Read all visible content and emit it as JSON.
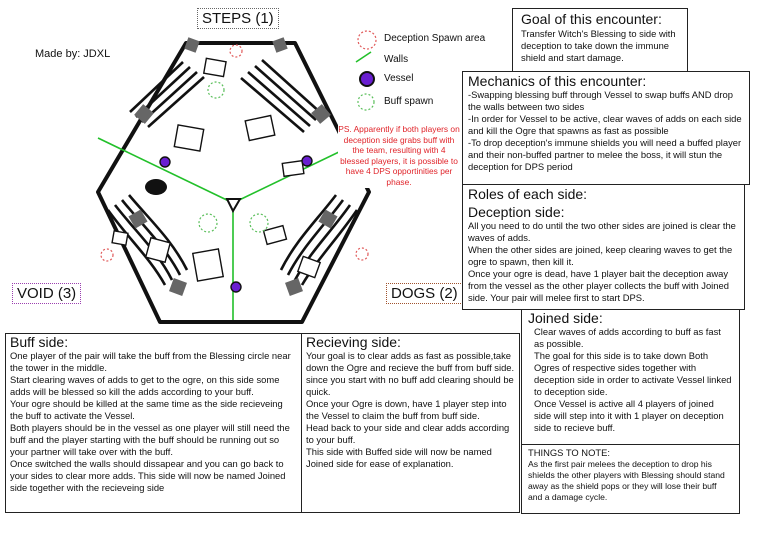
{
  "steps_label": "STEPS (1)",
  "void_label": "VOID (3)",
  "dogs_label": "DOGS (2)",
  "author": "Made by: JDXL",
  "legend": {
    "deception_spawn": "Deception Spawn area",
    "walls": "Walls",
    "vessel": "Vessel",
    "buff_spawn": "Buff spawn"
  },
  "ps_note": "PS. Apparently if both players on deception side grabs buff with the team, resulting with 4 blessed players, it is possible to have 4 DPS opportinities per phase.",
  "goal": {
    "title": "Goal of this encounter:",
    "body": "Transfer Witch's Blessing to side with deception to take down the immune shield and start damage."
  },
  "mechanics": {
    "title": "Mechanics of this encounter:",
    "lines": [
      "-Swapping blessing buff through Vessel to swap buffs AND drop the walls between two sides",
      "-In order for Vessel to be active, clear waves of adds on each side and kill the Ogre that spawns as fast as possible",
      "-To drop deception's immune shields you will need a buffed player and their non-buffed partner to melee the boss, it will stun the deception for DPS period"
    ]
  },
  "roles": {
    "title": "Roles of each side:",
    "subtitle": "Deception side:",
    "lines": [
      "All you need to do until the two other sides are joined is clear the waves of adds.",
      "When the other sides are joined, keep clearing waves to get the ogre to spawn, then kill it.",
      "Once your ogre is dead, have 1 player bait the deception away from the vessel as the other player collects the buff with Joined side. Your pair will melee first to start DPS."
    ]
  },
  "joined": {
    "title": "Joined side:",
    "lines": [
      "Clear waves of adds according to buff as fast as possible.",
      "The goal for this side is to take down Both Ogres of respective sides together with deception side in order to activate Vessel linked to deception side.",
      "Once Vessel is active all 4 players of joined side will step into it with 1 player on deception side to recieve buff."
    ]
  },
  "things": {
    "title": "THINGS TO NOTE:",
    "body": "As the first pair melees the deception to drop his shields the other players with Blessing should stand away as the shield pops or they will lose their buff and a damage cycle."
  },
  "buff_side": {
    "title": "Buff side:",
    "lines": [
      "One player of the pair will take the buff from the Blessing circle near the tower in the middle.",
      "Start clearing waves of adds to get to the ogre, on this side some adds will be blessed so kill the adds according to your buff.",
      "Your ogre should be killed at the same time as the side recieveing the buff to activate the Vessel.",
      "Both players should be in the vessel as one player will still need the buff and the player starting with the buff should be running out so your partner will take over with the buff.",
      "Once switched the walls should dissapear and you can go back to your sides to clear more adds. This side will now be named Joined side together with the recieveing side"
    ]
  },
  "recieving_side": {
    "title": "Recieving side:",
    "lines": [
      "Your goal is to clear adds as fast as possible,take down the Ogre and recieve the buff from buff side.",
      "since you start with no buff add clearing should be quick.",
      "Once your Ogre is down, have 1 player step into the Vessel to claim the buff from buff side.",
      "Head back to your side and clear adds according to your buff.",
      "This side with Buffed side will now be named Joined side for ease of explanation."
    ]
  },
  "colors": {
    "vessel_fill": "#6a1fd1",
    "walls_green": "#22c02a",
    "deception_red": "#e05a5a",
    "buff_green": "#5bbf5b",
    "ps_red": "#e0242a",
    "void_border": "#9b3fb0",
    "dogs_border": "#a0522d"
  }
}
